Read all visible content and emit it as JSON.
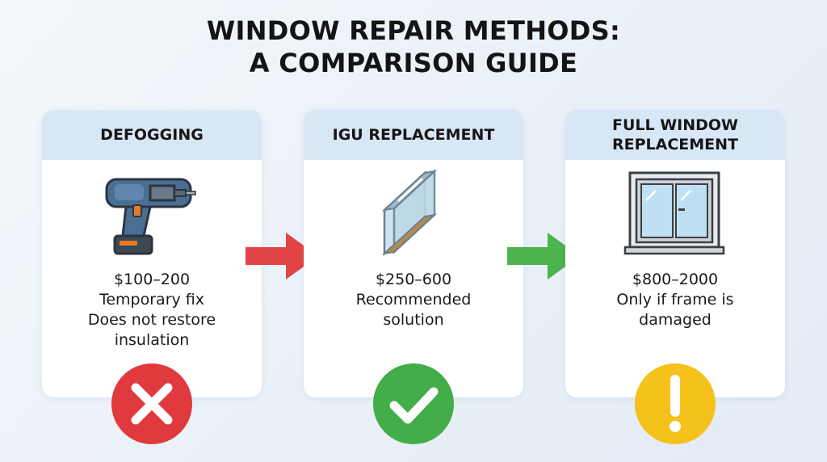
{
  "title": {
    "line1": "WINDOW REPAIR METHODS:",
    "line2": "A COMPARISON GUIDE"
  },
  "cards": [
    {
      "heading": [
        "DEFOGGING"
      ],
      "icon": "cordless-drill-icon",
      "lines": [
        "$100–200",
        "Temporary fix",
        "Does not restore",
        "insulation"
      ],
      "status_icon": "x-mark-icon",
      "status_color": "#e03a3e"
    },
    {
      "heading": [
        "IGU REPLACEMENT"
      ],
      "icon": "glass-unit-icon",
      "lines": [
        "$250–600",
        "Recommended",
        "solution"
      ],
      "status_icon": "check-mark-icon",
      "status_color": "#43ad4a"
    },
    {
      "heading": [
        "FULL WINDOW",
        "REPLACEMENT"
      ],
      "icon": "window-frame-icon",
      "lines": [
        "$800–2000",
        "Only if frame is",
        "damaged"
      ],
      "status_icon": "exclamation-icon",
      "status_color": "#f4c21b"
    }
  ],
  "arrows": [
    {
      "icon": "right-arrow-icon",
      "color": "#e34447"
    },
    {
      "icon": "right-arrow-icon",
      "color": "#4cb34d"
    }
  ]
}
